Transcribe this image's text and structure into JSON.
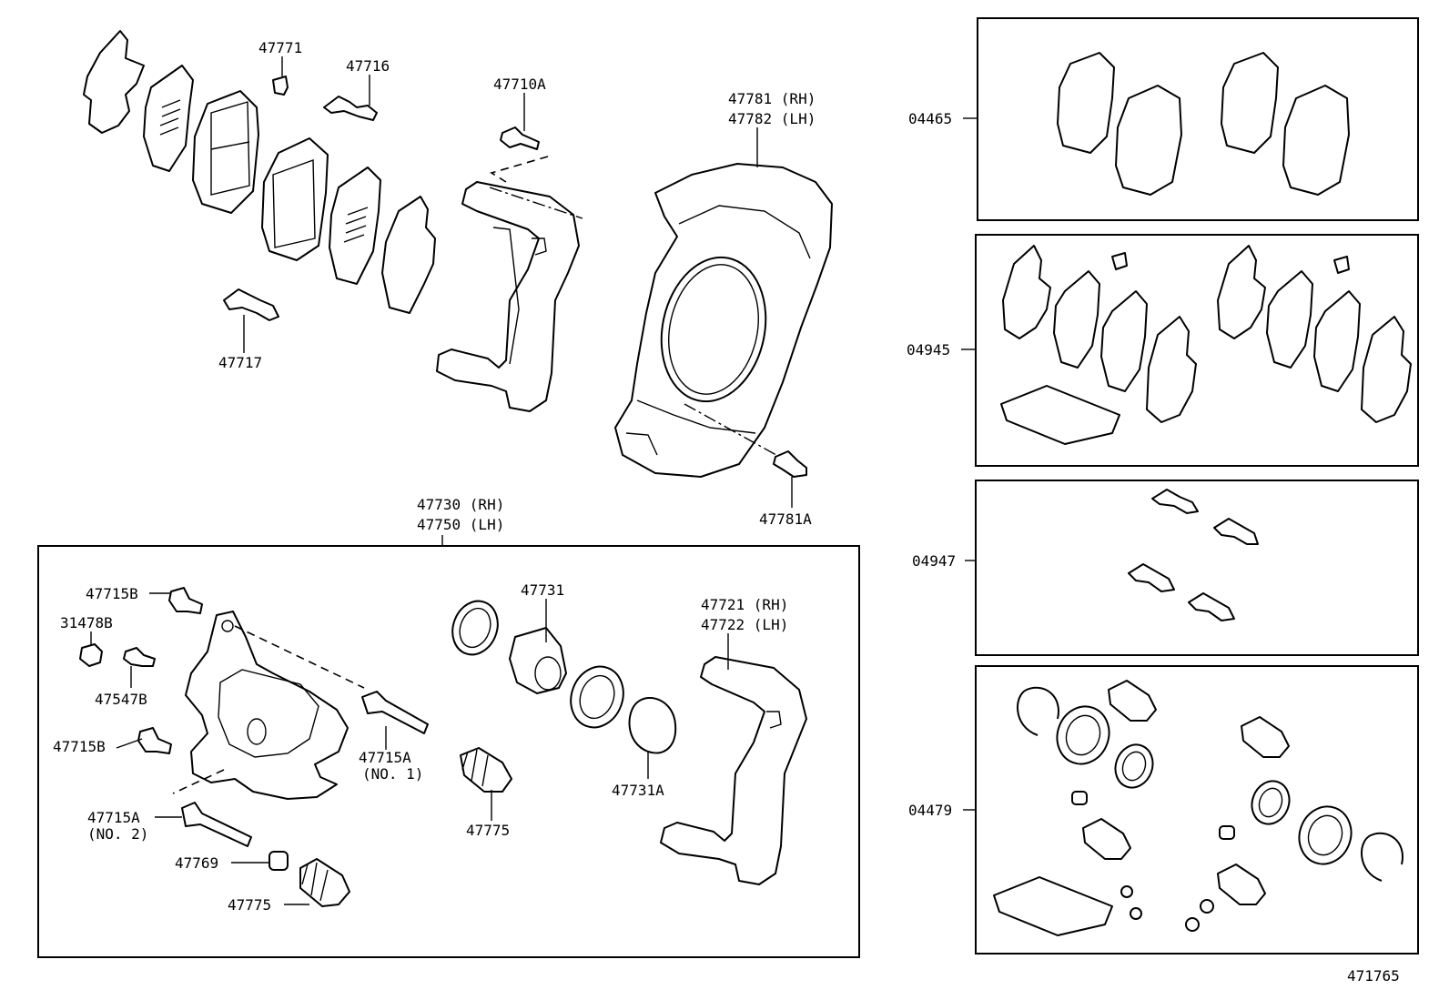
{
  "labels": {
    "p47771": "47771",
    "p47716": "47716",
    "p47710A": "47710A",
    "p47781_rh": "47781 (RH)",
    "p47782_lh": "47782 (LH)",
    "p47717": "47717",
    "p47781A": "47781A",
    "p47730_rh": "47730 (RH)",
    "p47750_lh": "47750 (LH)",
    "p47715B_top": "47715B",
    "p31478B": "31478B",
    "p47547B": "47547B",
    "p47715B_mid": "47715B",
    "p47715A_no1": "47715A",
    "p47715A_no1_note": "(NO. 1)",
    "p47715A_no2": "47715A",
    "p47715A_no2_note": "(NO. 2)",
    "p47769": "47769",
    "p47775_left": "47775",
    "p47731": "47731",
    "p47775_mid": "47775",
    "p47731A": "47731A",
    "p47721_rh": "47721 (RH)",
    "p47722_lh": "47722 (LH)"
  },
  "kits": {
    "k04465": "04465",
    "k04945": "04945",
    "k04947": "04947",
    "k04479": "04479"
  },
  "footer": {
    "illustration_no": "471765"
  }
}
